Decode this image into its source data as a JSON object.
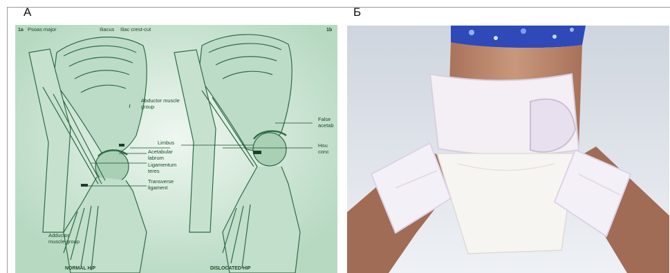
{
  "figure": {
    "panel_a_letter": "А",
    "panel_b_letter": "Б"
  },
  "panel_a": {
    "corner_left": "1a",
    "corner_right": "1b",
    "labels": {
      "psoas_major": "Psoas major",
      "iliacus": "Iliacus",
      "iliac_crest_cut": "Iliac crest-cut",
      "abductor_group_1": "Abductor muscle",
      "abductor_group_2": "group",
      "limbus": "Limbus",
      "acetabular_1": "Acetabular",
      "acetabular_2": "labrum",
      "ligamentum_1": "Ligamentum",
      "ligamentum_2": "teres",
      "transverse_1": "Transverse",
      "transverse_2": "ligament",
      "false_1": "False",
      "false_2": "acetab",
      "hour_1": "Hou",
      "hour_2": "conc",
      "adductor_1": "Adductor",
      "adductor_2": "muscle group",
      "caption_normal": "NORMAL HIP",
      "caption_dislocated": "DISLOCATED HIP"
    }
  },
  "colors": {
    "drawing_bg": "#cfe7d6",
    "drawing_line": "#2f6a45",
    "sheet": "#e4e8ee",
    "skin": "#b8856a",
    "brace": "#f1ecf3"
  }
}
